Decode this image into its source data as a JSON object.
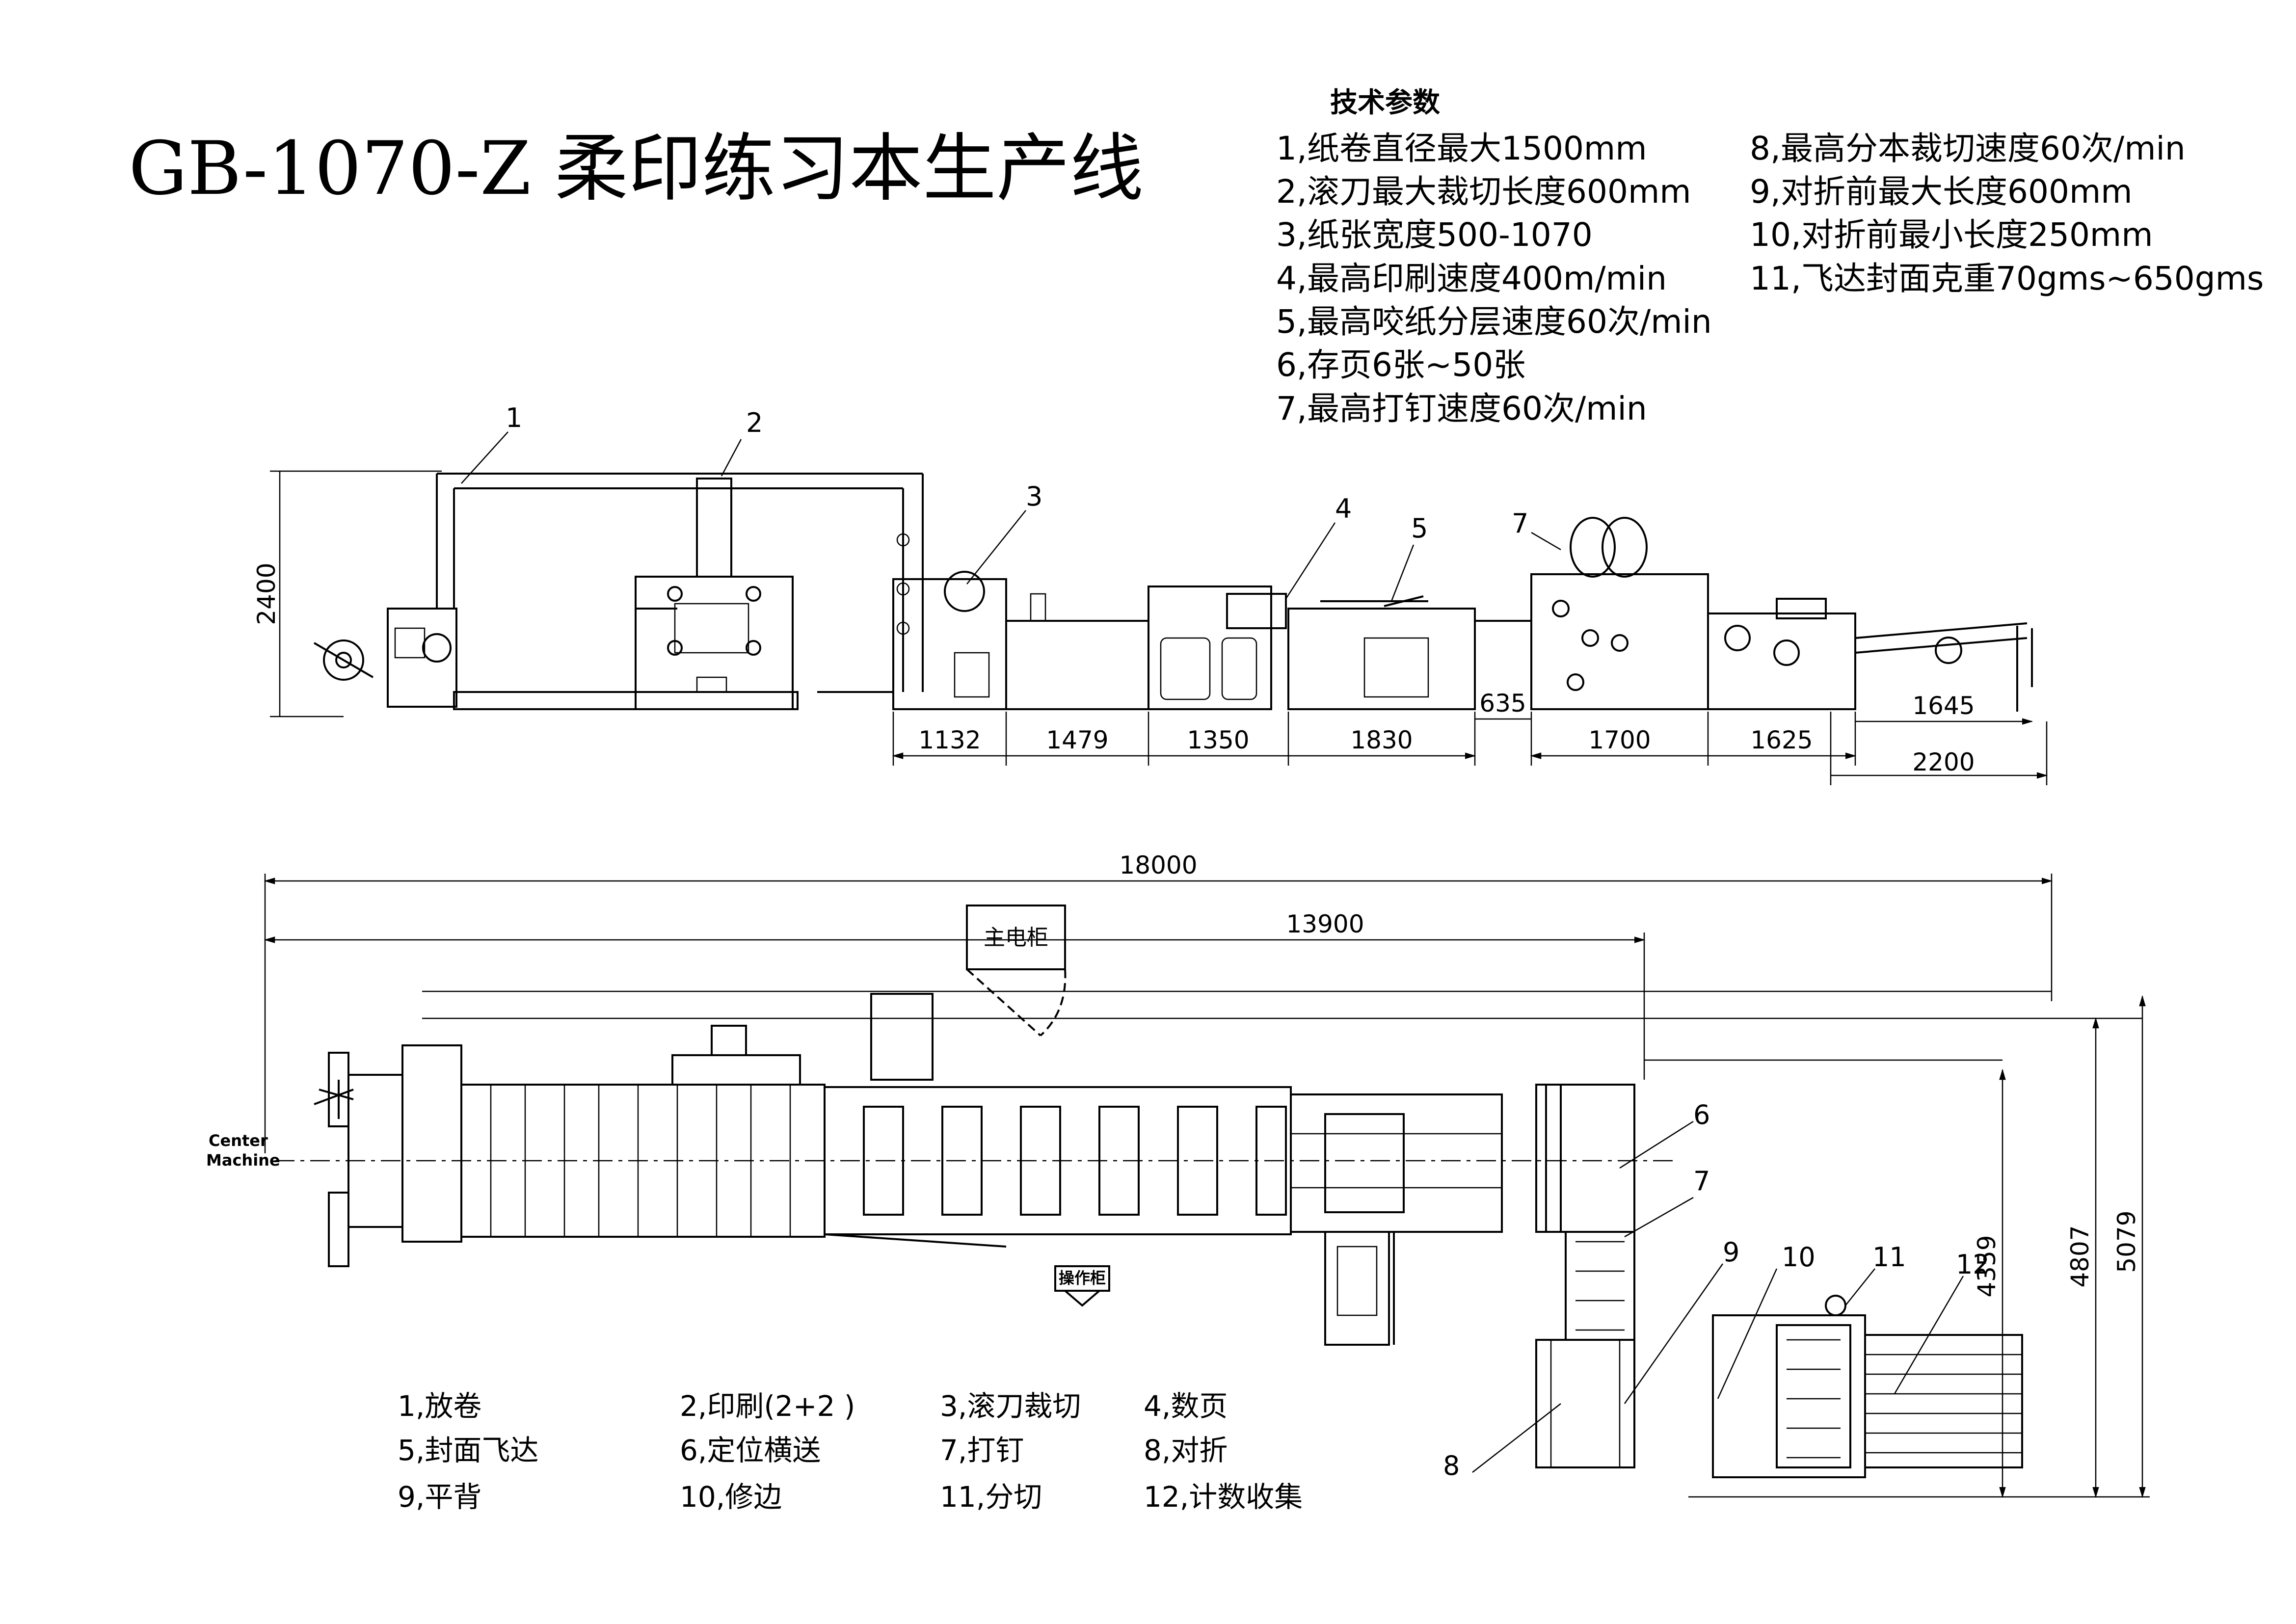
{
  "title": "GB-1070-Z 柔印练习本生产线",
  "specs": {
    "heading": "技术参数",
    "items": [
      "1,纸卷直径最大1500mm",
      "2,滚刀最大裁切长度600mm",
      "3,纸张宽度500-1070",
      "4,最高印刷速度400m/min",
      "5,最高咬纸分层速度60次/min",
      "6,存页6张~50张",
      "7,最高打钉速度60次/min",
      "8,最高分本裁切速度60次/min",
      "9,对折前最大长度600mm",
      "10,对折前最小长度250mm",
      "11,飞达封面克重70gms~650gms"
    ]
  },
  "side_view": {
    "height_dim": "2400",
    "callouts": [
      "1",
      "2",
      "3",
      "4",
      "5",
      "7"
    ],
    "dims": [
      "1132",
      "1479",
      "1350",
      "1830",
      "635",
      "1700",
      "1625",
      "1645",
      "2200"
    ]
  },
  "plan_view": {
    "total_dim": "18000",
    "dim_13900": "13900",
    "main_cabinet": "主电柜",
    "operator_cabinet": "操作柜",
    "center_line_label": [
      "Center",
      "Machine"
    ],
    "vert_dims": [
      "4359",
      "4807",
      "5079"
    ],
    "callouts": [
      "6",
      "7",
      "8",
      "9",
      "10",
      "11",
      "12"
    ]
  },
  "legend": [
    "1,放卷",
    "2,印刷(2+2 )",
    "3,滚刀裁切",
    "4,数页",
    "5,封面飞达",
    "6,定位横送",
    "7,打钉",
    "8,对折",
    "9,平背",
    "10,修边",
    "11,分切",
    "12,计数收集"
  ]
}
